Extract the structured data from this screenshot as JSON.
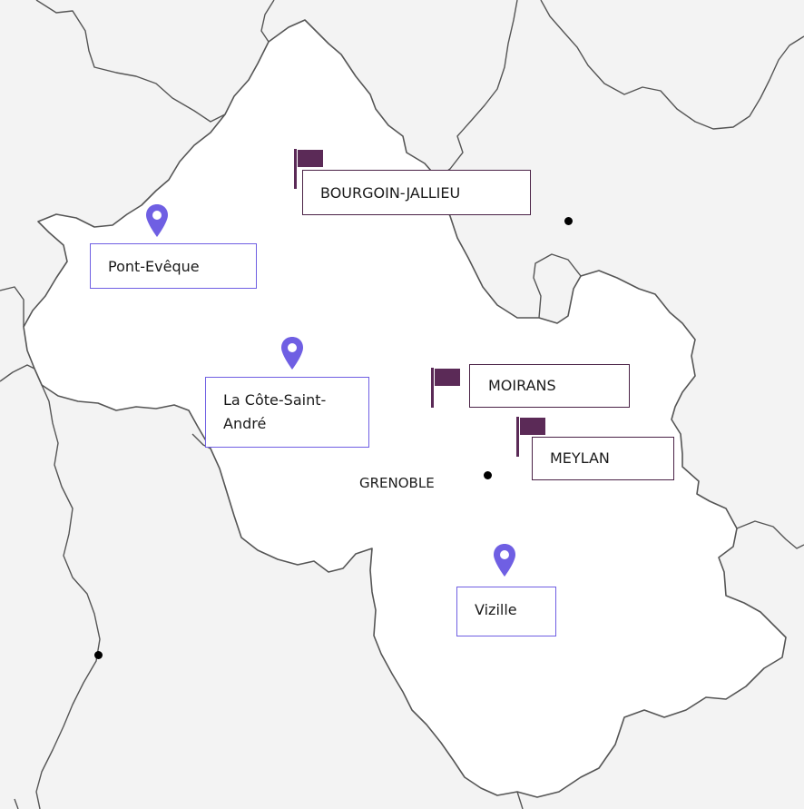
{
  "colors": {
    "background": "#f3f3f3",
    "department_fill": "#ffffff",
    "border_line": "#555555",
    "pin": "#6f5fe3",
    "flag": "#5b2a57",
    "dot": "#000000"
  },
  "places": {
    "pont_eveque": {
      "label": "Pont-Evêque",
      "marker": "pin-icon"
    },
    "la_cote_saint_andre": {
      "label_line1": "La Côte-Saint-",
      "label_line2": "André",
      "marker": "pin-icon"
    },
    "vizille": {
      "label": "Vizille",
      "marker": "pin-icon"
    },
    "bourgoin_jallieu": {
      "label": "BOURGOIN-JALLIEU",
      "marker": "flag-icon"
    },
    "moirans": {
      "label": "MOIRANS",
      "marker": "flag-icon"
    },
    "meylan": {
      "label": "MEYLAN",
      "marker": "flag-icon"
    },
    "grenoble": {
      "label": "GRENOBLE",
      "marker": "city-dot"
    }
  }
}
